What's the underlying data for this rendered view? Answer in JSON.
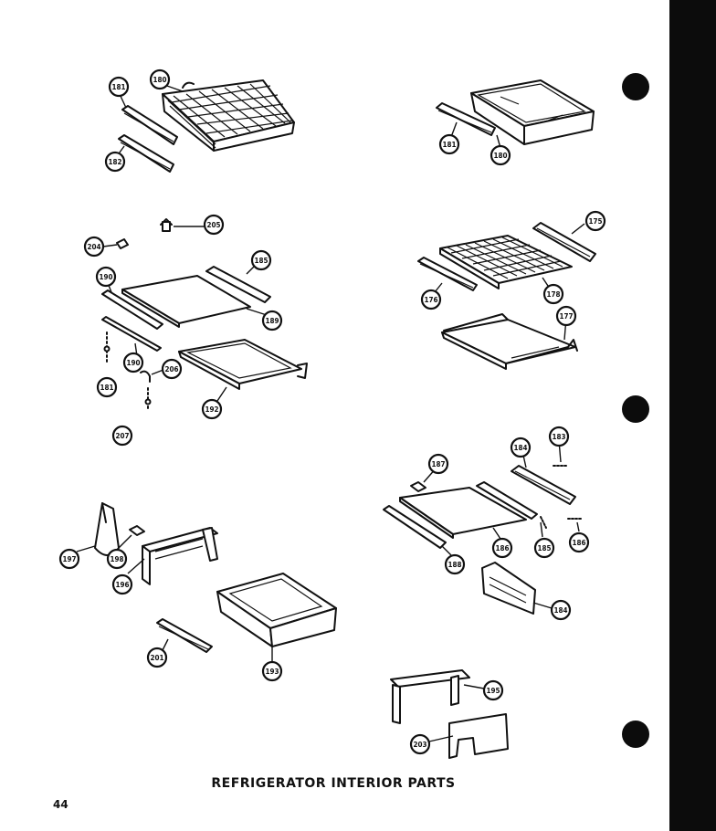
{
  "title": "REFRIGERATOR INTERIOR PARTS",
  "page_number": "44",
  "callouts": {
    "c181a": "181",
    "c182": "182",
    "c180a": "180",
    "c181b": "181",
    "c180b": "180",
    "c205": "205",
    "c204": "204",
    "c190a": "190",
    "c185a": "185",
    "c189": "189",
    "c190b": "190",
    "c206": "206",
    "c181c": "181",
    "c192": "192",
    "c207": "207",
    "c175": "175",
    "c176": "176",
    "c178": "178",
    "c177": "177",
    "c187": "187",
    "c184a": "184",
    "c183": "183",
    "c186b": "186",
    "c188": "188",
    "c186c": "186",
    "c185b": "185",
    "c184b": "184",
    "c197": "197",
    "c198": "198",
    "c196": "196",
    "c201": "201",
    "c193": "193",
    "c195": "195",
    "c203": "203"
  }
}
